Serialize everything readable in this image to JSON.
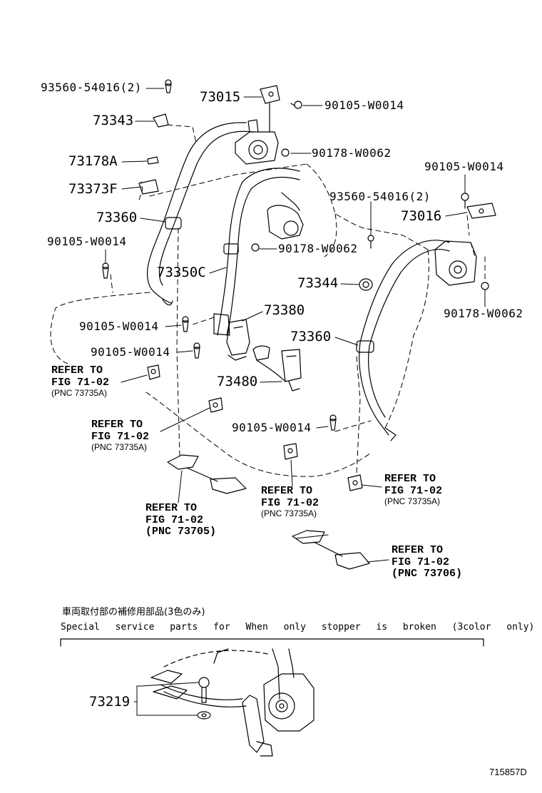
{
  "labels": {
    "p93560_top": "93560-54016(2)",
    "p73343": "73343",
    "p73015": "73015",
    "p90105_a": "90105-W0014",
    "p90178_a": "90178-W0062",
    "p73178A": "73178A",
    "p73373F": "73373F",
    "p73360_left": "73360",
    "p90105_b": "90105-W0014",
    "p90178_b": "90178-W0062",
    "p73350C": "73350C",
    "p93560_mid": "93560-54016(2)",
    "p90105_c": "90105-W0014",
    "p73016": "73016",
    "p73344": "73344",
    "p90178_c": "90178-W0062",
    "p73380": "73380",
    "p90105_d": "90105-W0014",
    "p90105_e": "90105-W0014",
    "p73360_right": "73360",
    "p73480": "73480",
    "p90105_f": "90105-W0014",
    "p73219": "73219"
  },
  "refs": [
    {
      "line1": "REFER TO",
      "line2": "FIG 71-02",
      "pnc": "(PNC 73735A)"
    },
    {
      "line1": "REFER TO",
      "line2": "FIG 71-02",
      "pnc": "(PNC 73735A)"
    },
    {
      "line1": "REFER TO",
      "line2": "FIG 71-02",
      "pnc": "(PNC 73705)"
    },
    {
      "line1": "REFER TO",
      "line2": "FIG 71-02",
      "pnc": "(PNC 73735A)"
    },
    {
      "line1": "REFER TO",
      "line2": "FIG 71-02",
      "pnc": "(PNC 73735A)"
    },
    {
      "line1": "REFER TO",
      "line2": "FIG 71-02",
      "pnc": "(PNC 73706)"
    }
  ],
  "service_note": {
    "japanese": "車両取付部の補修用部品(3色のみ)",
    "english": "Special service parts for When only stopper is broken (3color only)"
  },
  "illustration_id": "715857D"
}
